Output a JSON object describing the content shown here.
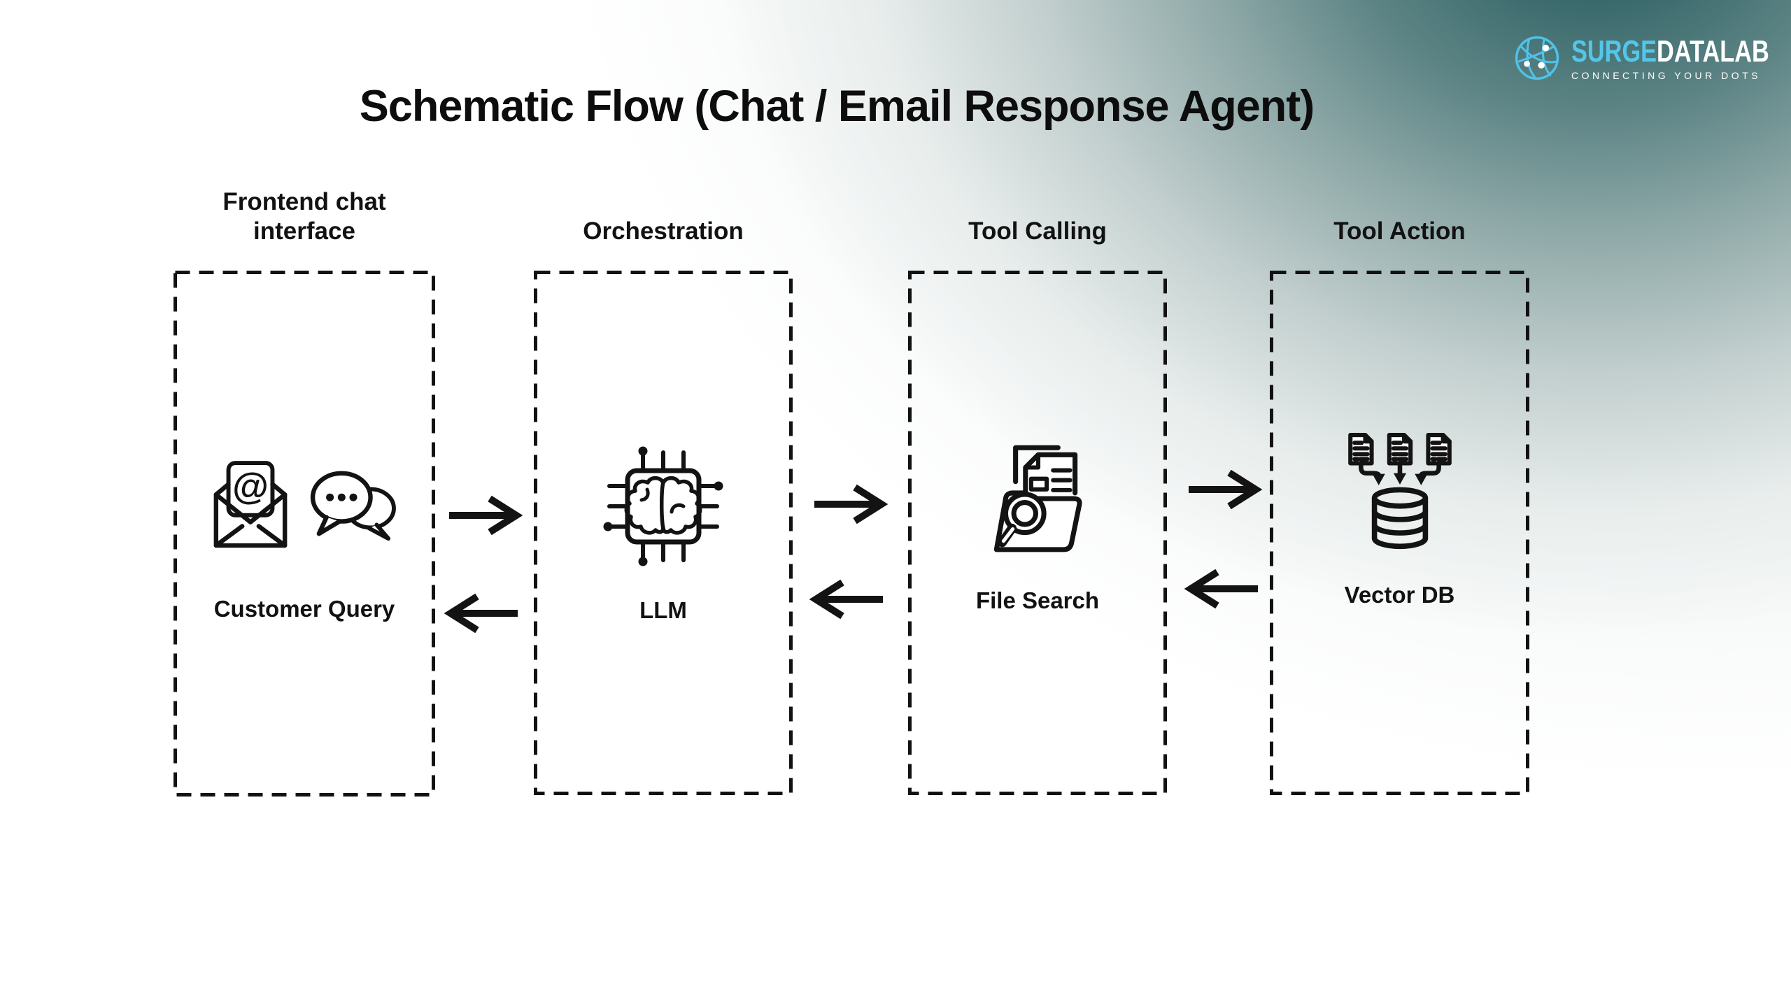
{
  "title": "Schematic Flow (Chat / Email Response Agent)",
  "logo": {
    "brand_part1": "SURGE",
    "brand_part2": "DATALAB",
    "tagline": "CONNECTING YOUR DOTS",
    "accent_color": "#55c5ea",
    "globe_icon": "network-globe-icon"
  },
  "colors": {
    "ink": "#131313",
    "corner_gradient_teal": "#2b5a5c",
    "background": "#ffffff"
  },
  "stages": [
    {
      "heading": "Frontend chat interface",
      "label": "Customer Query",
      "icons": [
        "email-at-icon",
        "chat-bubbles-icon"
      ]
    },
    {
      "heading": "Orchestration",
      "label": "LLM",
      "icons": [
        "chip-brain-icon"
      ]
    },
    {
      "heading": "Tool Calling",
      "label": "File Search",
      "icons": [
        "folder-search-icon"
      ]
    },
    {
      "heading": "Tool Action",
      "label": "Vector DB",
      "icons": [
        "documents-to-database-icon"
      ]
    }
  ],
  "connections": [
    {
      "from": "Frontend chat interface",
      "to": "Orchestration",
      "style": "bidirectional-arrows"
    },
    {
      "from": "Orchestration",
      "to": "Tool Calling",
      "style": "bidirectional-arrows"
    },
    {
      "from": "Tool Calling",
      "to": "Tool Action",
      "style": "bidirectional-arrows"
    }
  ]
}
